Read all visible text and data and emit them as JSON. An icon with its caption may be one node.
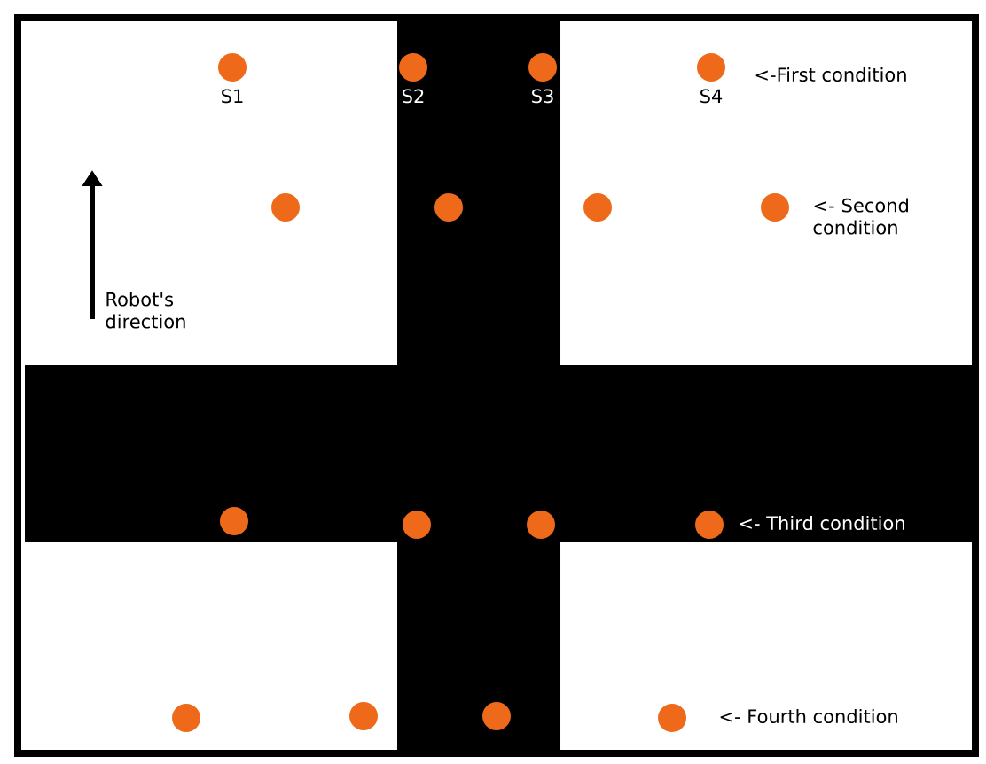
{
  "diagram": {
    "nodes": [
      {
        "text": [],
        "shape": "circle",
        "beside": [
          "S1"
        ]
      },
      {
        "text": [],
        "shape": "circle",
        "beside": [
          "S2"
        ]
      },
      {
        "text": [],
        "shape": "circle",
        "beside": [
          "S3"
        ]
      },
      {
        "text": [],
        "shape": "circle",
        "beside": [
          "S4"
        ]
      },
      {
        "text": [],
        "shape": "circle"
      },
      {
        "text": [],
        "shape": "circle"
      },
      {
        "text": [],
        "shape": "circle"
      },
      {
        "text": [],
        "shape": "circle"
      },
      {
        "text": [],
        "shape": "circle"
      },
      {
        "text": [],
        "shape": "circle"
      },
      {
        "text": [],
        "shape": "circle"
      },
      {
        "text": [],
        "shape": "circle"
      },
      {
        "text": [],
        "shape": "circle"
      },
      {
        "text": [],
        "shape": "circle"
      },
      {
        "text": [],
        "shape": "circle"
      },
      {
        "text": [],
        "shape": "circle"
      }
    ],
    "labels": [
      "<-First condition",
      "<- Second condition",
      "Robot's direction",
      "<- Third condition",
      "<- Fourth condition"
    ]
  }
}
